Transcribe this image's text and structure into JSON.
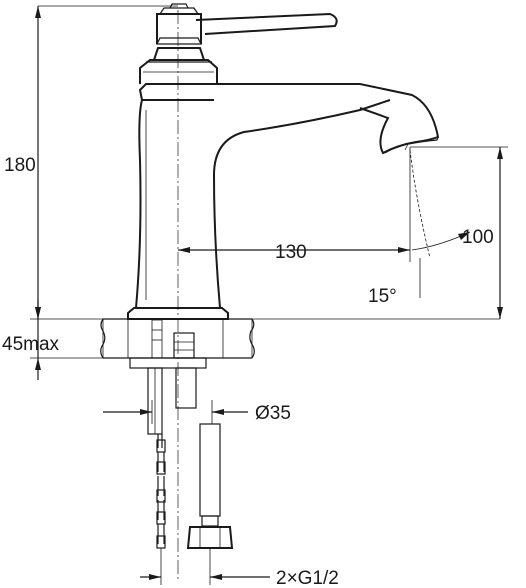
{
  "dimensions": {
    "height_total": "180",
    "spout_height": "100",
    "spout_reach": "130",
    "spout_angle": "15°",
    "deck_thickness": "45max",
    "body_diameter": "Ø35",
    "connections": "2×G1/2"
  },
  "colors": {
    "line": "#1a1a1a",
    "background": "#ffffff",
    "deck_fill": "#e6e6e6"
  }
}
